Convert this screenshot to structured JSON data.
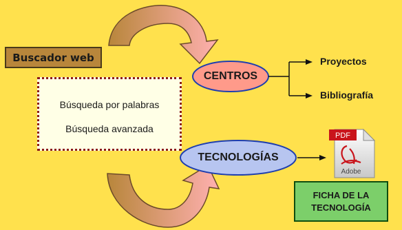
{
  "buscador_label": "Buscador web",
  "busqueda": {
    "line1": "Búsqueda por palabras",
    "line2": "Búsqueda avanzada"
  },
  "centros_label": "CENTROS",
  "tecnologias_label": "TECNOLOGÍAS",
  "proyectos_label": "Proyectos",
  "bibliografia_label": "Bibliografía",
  "pdf_label": "PDF",
  "adobe_label": "Adobe",
  "ficha": {
    "line1": "FICHA DE LA",
    "line2": "TECNOLOGÍA"
  },
  "colors": {
    "background": "#FFE14D",
    "arrow_gradient_start": "#B8863B",
    "arrow_gradient_end": "#FFB0B0",
    "ellipse_centros_fill": "#FF9A8A",
    "ellipse_tecnologias_fill": "#B7C5F0",
    "ellipse_border": "#1F3FAF",
    "ficha_fill": "#7CCF6A"
  },
  "icons": [
    "curved-arrow-top",
    "curved-arrow-bottom",
    "pdf-document-icon"
  ]
}
